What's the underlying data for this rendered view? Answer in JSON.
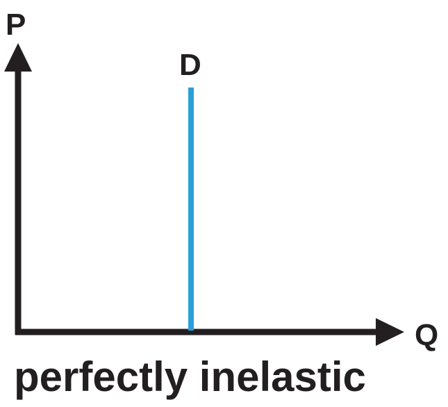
{
  "diagram": {
    "y_axis_label": "P",
    "x_axis_label": "Q",
    "curve_label": "D",
    "caption": "perfectly inelastic"
  },
  "colors": {
    "axis": "#231f20",
    "demand_curve": "#2a9fd8",
    "background": "#ffffff"
  }
}
